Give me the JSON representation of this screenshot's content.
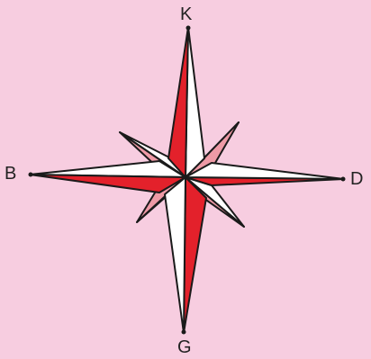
{
  "labels": {
    "north": "K",
    "west": "B",
    "east": "D",
    "south": "G"
  },
  "colors": {
    "background": "#f7cde0",
    "main_red": "#e3212b",
    "main_white": "#ffffff",
    "inter_pink": "#ee9aa6",
    "inter_white": "#ffffff",
    "stroke": "#1a1a1a"
  },
  "icons": {
    "compass": "compass-rose-icon"
  }
}
